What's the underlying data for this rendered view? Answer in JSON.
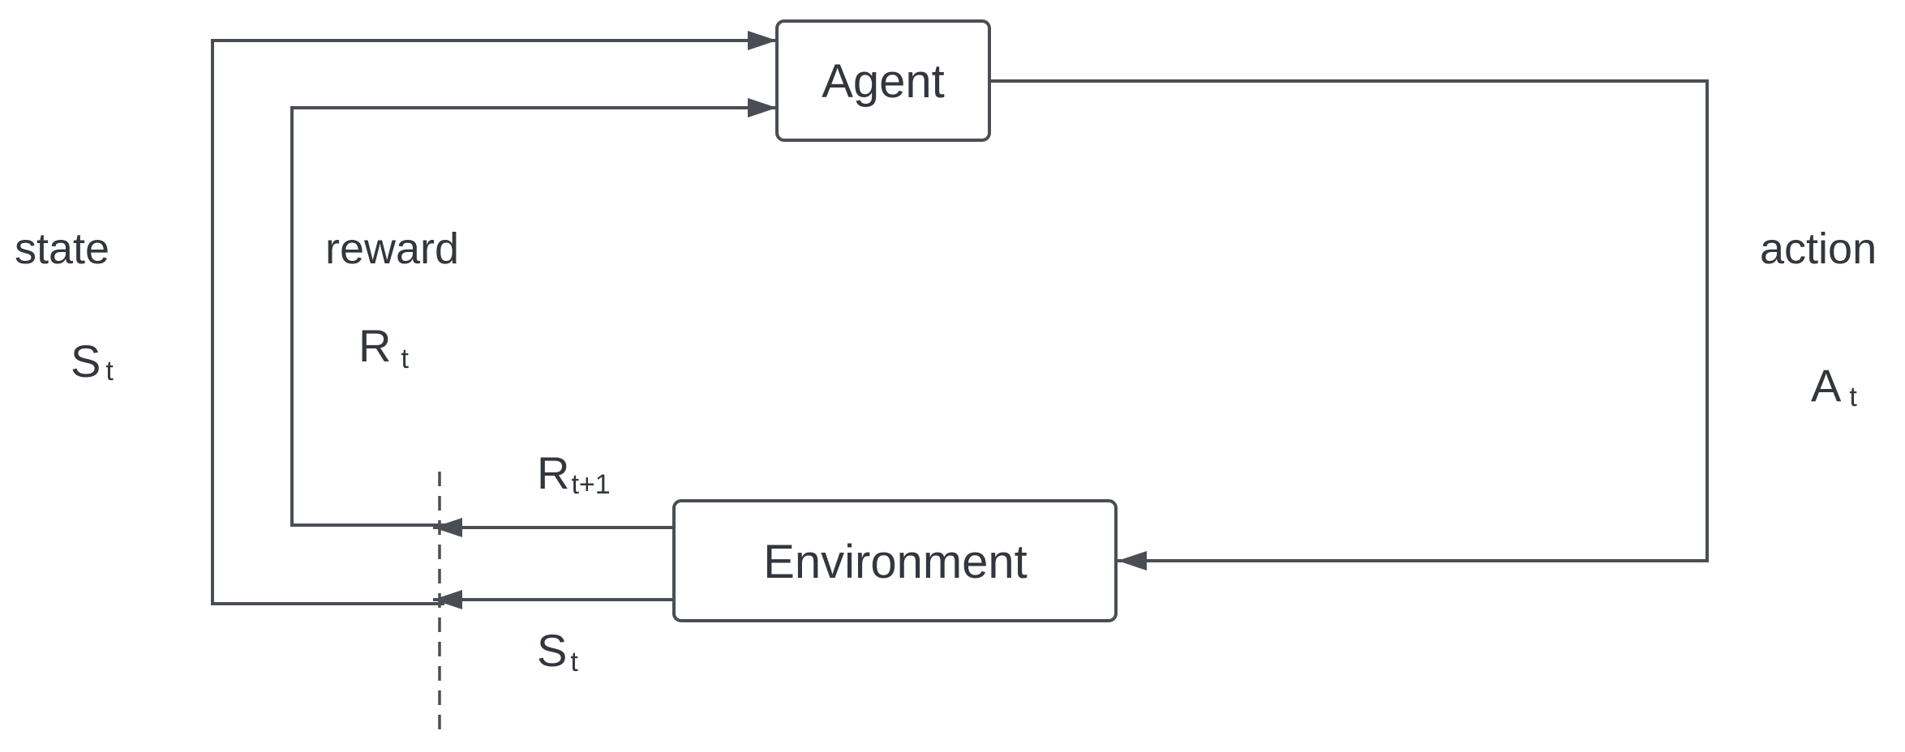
{
  "nodes": {
    "agent": {
      "label": "Agent"
    },
    "environment": {
      "label": "Environment"
    }
  },
  "labels": {
    "state": {
      "word": "state",
      "symbol": "S",
      "subscript": "t"
    },
    "reward": {
      "word": "reward",
      "symbol": "R",
      "subscript": "t"
    },
    "action": {
      "word": "action",
      "symbol": "A",
      "subscript": "t"
    },
    "next_reward": {
      "symbol": "R",
      "subscript": "t+1"
    },
    "next_state": {
      "symbol": "S",
      "subscript": "t"
    }
  },
  "colors": {
    "stroke": "#4a4e54",
    "text": "#33373d",
    "background": "#ffffff"
  }
}
